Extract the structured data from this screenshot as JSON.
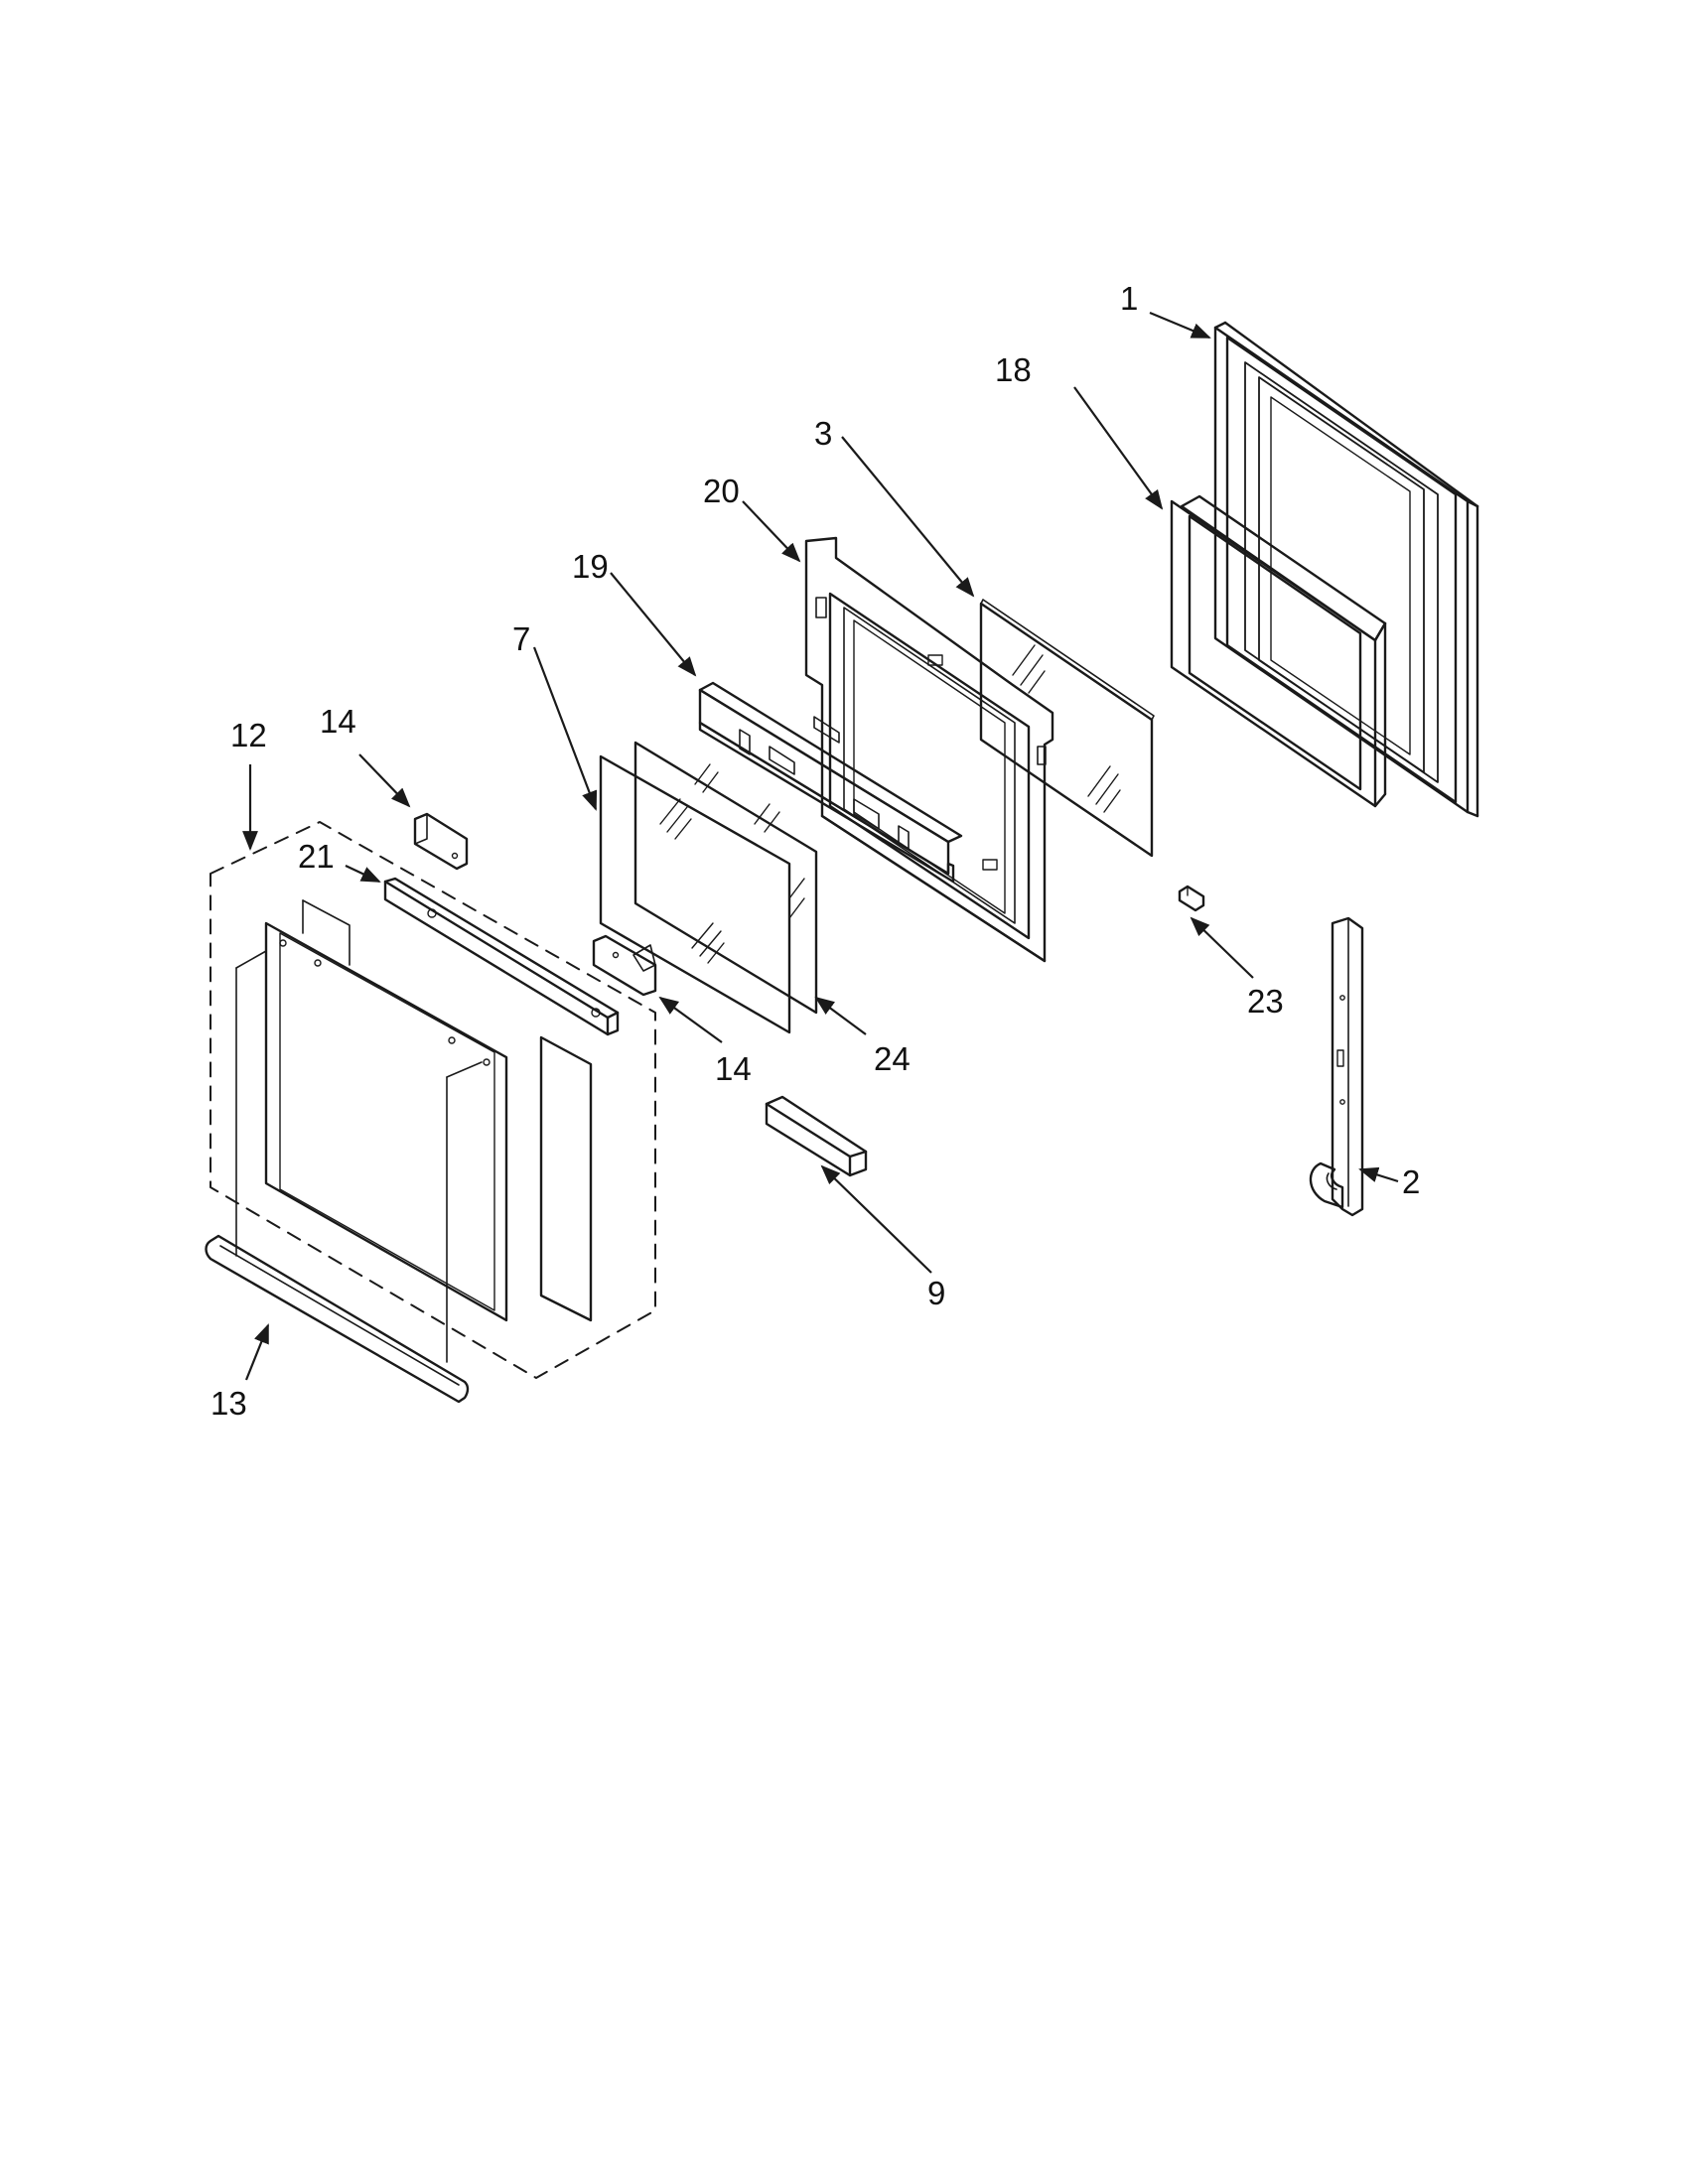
{
  "diagram": {
    "callouts": [
      {
        "id": "c1",
        "label": "1"
      },
      {
        "id": "c18",
        "label": "18"
      },
      {
        "id": "c3",
        "label": "3"
      },
      {
        "id": "c20",
        "label": "20"
      },
      {
        "id": "c19",
        "label": "19"
      },
      {
        "id": "c7",
        "label": "7"
      },
      {
        "id": "c12",
        "label": "12"
      },
      {
        "id": "c14a",
        "label": "14"
      },
      {
        "id": "c21",
        "label": "21"
      },
      {
        "id": "c14b",
        "label": "14"
      },
      {
        "id": "c24",
        "label": "24"
      },
      {
        "id": "c23",
        "label": "23"
      },
      {
        "id": "c2",
        "label": "2"
      },
      {
        "id": "c9",
        "label": "9"
      },
      {
        "id": "c13",
        "label": "13"
      }
    ]
  },
  "colors": {
    "line": "#1a1a1a",
    "background": "#ffffff"
  }
}
